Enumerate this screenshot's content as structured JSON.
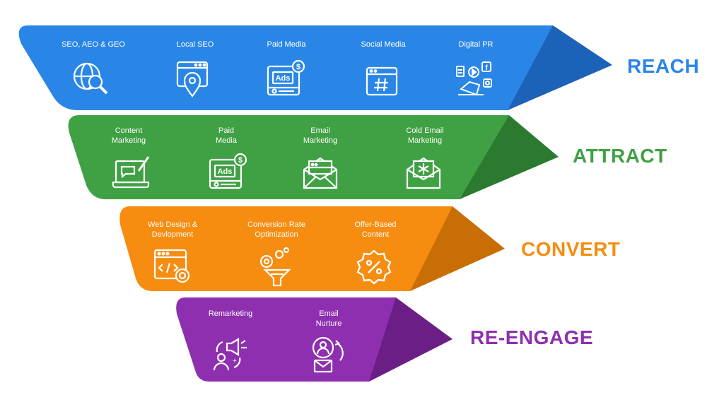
{
  "stages": [
    {
      "title": "REACH",
      "color": "#2a86e6",
      "dark": "#1b62b8",
      "items": [
        {
          "label": "SEO, AEO & GEO",
          "icon": "globe-search-icon"
        },
        {
          "label": "Local SEO",
          "icon": "location-browser-icon"
        },
        {
          "label": "Paid Media",
          "icon": "ads-monitor-icon"
        },
        {
          "label": "Social Media",
          "icon": "hashtag-window-icon"
        },
        {
          "label": "Digital PR",
          "icon": "megaphone-social-icon"
        }
      ]
    },
    {
      "title": "ATTRACT",
      "color": "#3fa044",
      "dark": "#2b7a30",
      "items": [
        {
          "label": "Content\nMarketing",
          "icon": "laptop-pen-icon"
        },
        {
          "label": "Paid\nMedia",
          "icon": "ads-monitor-icon"
        },
        {
          "label": "Email\nMarketing",
          "icon": "envelope-icon"
        },
        {
          "label": "Cold Email\nMarketing",
          "icon": "snowflake-envelope-icon"
        }
      ]
    },
    {
      "title": "CONVERT",
      "color": "#f68c10",
      "dark": "#c96d05",
      "items": [
        {
          "label": "Web Design &\nDevlopment",
          "icon": "code-window-gear-icon"
        },
        {
          "label": "Conversion Rate\nOptimization",
          "icon": "funnel-gears-icon"
        },
        {
          "label": "Offer-Based\nContent",
          "icon": "percent-badge-icon"
        }
      ]
    },
    {
      "title": "RE-ENGAGE",
      "color": "#8e2fb0",
      "dark": "#6a1e86",
      "items": [
        {
          "label": "Remarketing",
          "icon": "megaphone-user-icon"
        },
        {
          "label": "Email\nNurture",
          "icon": "user-mail-cycle-icon"
        }
      ]
    }
  ]
}
